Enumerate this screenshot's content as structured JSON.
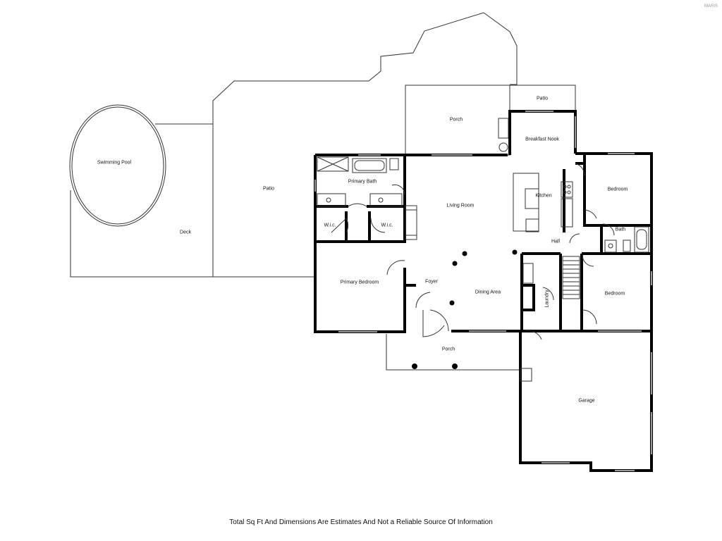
{
  "rooms": {
    "swimming_pool": "Swimming Pool",
    "deck": "Deck",
    "patio_main": "Patio",
    "porch_rear": "Porch",
    "patio_small": "Patio",
    "breakfast_nook": "Breakfast Nook",
    "primary_bath": "Primary Bath",
    "living_room": "Living Room",
    "kitchen": "Kitchen",
    "bedroom_upper": "Bedroom",
    "wic_left": "W.i.c.",
    "wic_right": "W.i.c.",
    "bath": "Bath",
    "hall": "Hall",
    "primary_bedroom": "Primary Bedroom",
    "foyer": "Foyer",
    "dining_area": "Dining Area",
    "laundry": "Laundry",
    "bedroom_lower": "Bedroom",
    "porch_front": "Porch",
    "garage": "Garage"
  },
  "disclaimer": "Total Sq Ft And Dimensions Are Estimates And Not a Reliable Source Of Information",
  "watermark": "MARIS",
  "colors": {
    "wall": "#000000",
    "outline": "#333333",
    "window": "#9a9a9a"
  }
}
